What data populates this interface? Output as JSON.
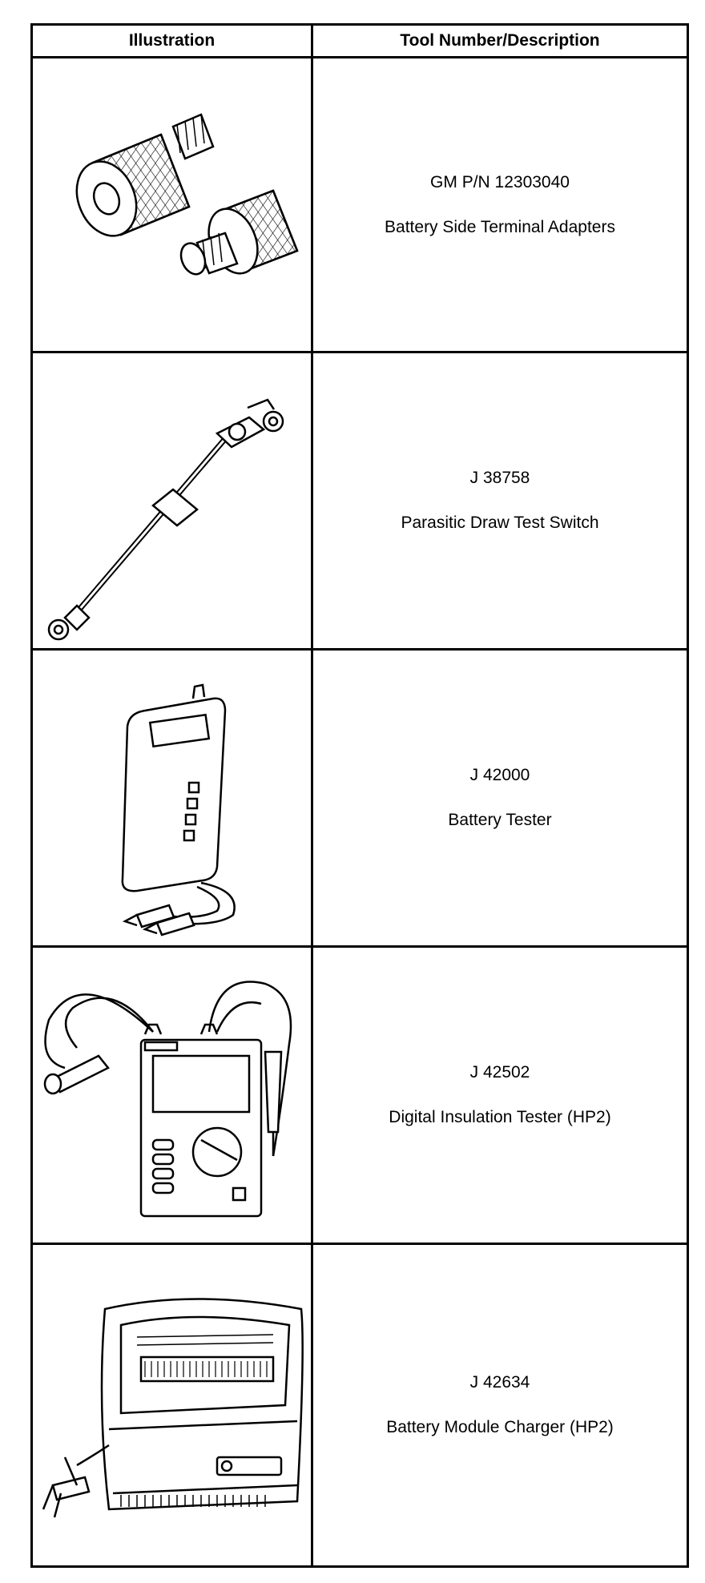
{
  "table": {
    "headers": {
      "illustration": "Illustration",
      "tool": "Tool Number/Description"
    },
    "rows": [
      {
        "number": "GM P/N 12303040",
        "description": "Battery Side Terminal Adapters",
        "illustration_icon": "terminal-adapters-drawing"
      },
      {
        "number": "J 38758",
        "description": "Parasitic Draw Test Switch",
        "illustration_icon": "test-switch-drawing"
      },
      {
        "number": "J 42000",
        "description": "Battery Tester",
        "illustration_icon": "battery-tester-drawing"
      },
      {
        "number": "J 42502",
        "description": "Digital Insulation Tester (HP2)",
        "illustration_icon": "insulation-tester-drawing"
      },
      {
        "number": "J 42634",
        "description": "Battery Module Charger (HP2)",
        "illustration_icon": "module-charger-drawing"
      }
    ]
  }
}
